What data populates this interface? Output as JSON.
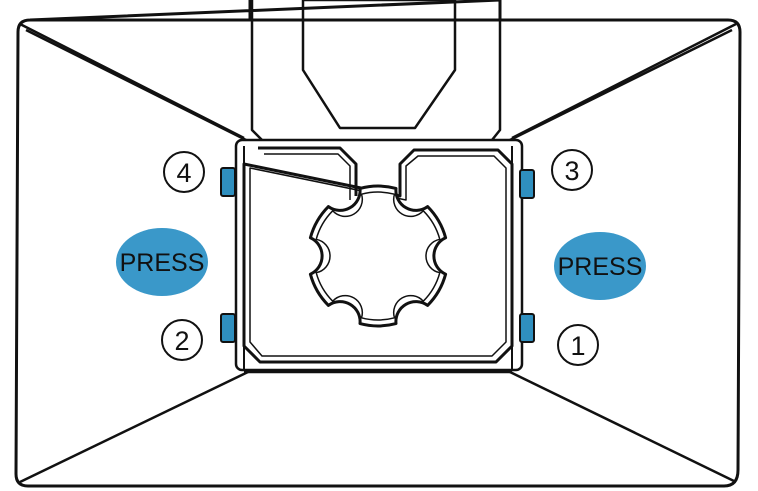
{
  "diagram": {
    "left_button": {
      "label": "PRESS"
    },
    "right_button": {
      "label": "PRESS"
    },
    "clips": [
      {
        "number": "1"
      },
      {
        "number": "2"
      },
      {
        "number": "3"
      },
      {
        "number": "4"
      }
    ]
  },
  "colors": {
    "press_fill": "#3a98c9",
    "clip_fill": "#2f8fbf",
    "stroke": "#111111",
    "background": "#ffffff"
  }
}
